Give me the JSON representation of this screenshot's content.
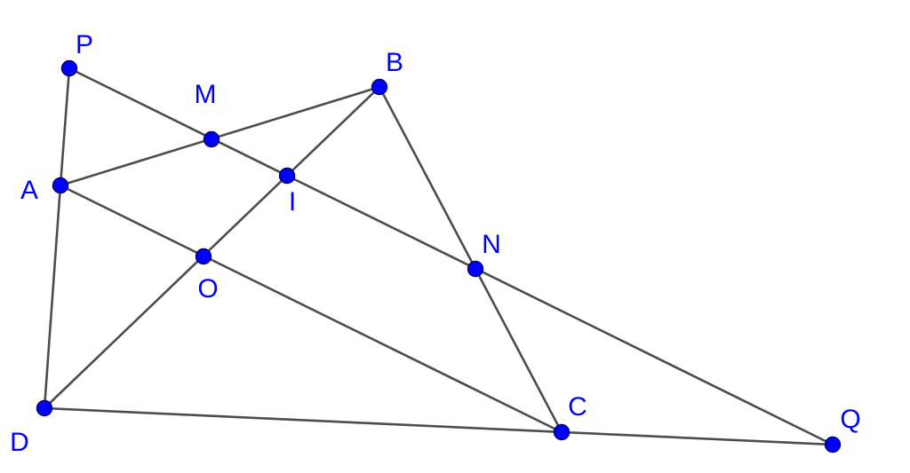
{
  "colors": {
    "point": "#0000ff",
    "label": "#0000ff",
    "segment": "#4d4d4d",
    "background": "#ffffff"
  },
  "points": [
    {
      "id": "P",
      "label": "P"
    },
    {
      "id": "B",
      "label": "B"
    },
    {
      "id": "M",
      "label": "M"
    },
    {
      "id": "A",
      "label": "A"
    },
    {
      "id": "I",
      "label": "I"
    },
    {
      "id": "N",
      "label": "N"
    },
    {
      "id": "O",
      "label": "O"
    },
    {
      "id": "D",
      "label": "D"
    },
    {
      "id": "C",
      "label": "C"
    },
    {
      "id": "Q",
      "label": "Q"
    }
  ],
  "segments": [
    [
      "P",
      "A"
    ],
    [
      "A",
      "D"
    ],
    [
      "D",
      "Q"
    ],
    [
      "P",
      "Q"
    ],
    [
      "A",
      "B"
    ],
    [
      "B",
      "C"
    ],
    [
      "B",
      "D"
    ],
    [
      "A",
      "C"
    ]
  ]
}
